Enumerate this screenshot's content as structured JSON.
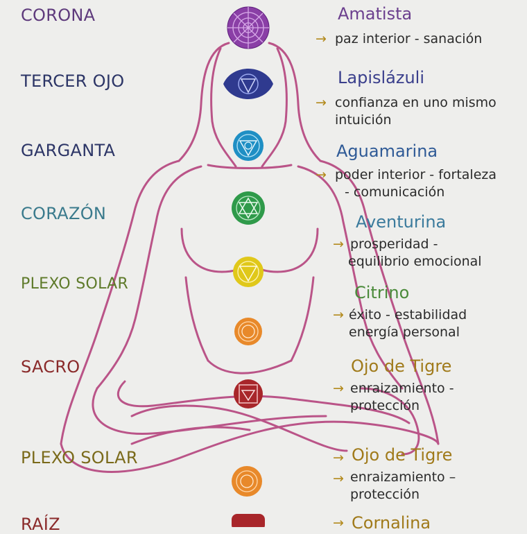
{
  "chakras": [
    {
      "name": "CORONA",
      "name_color": "#5e3a7c",
      "stone": "Amatista",
      "stone_color": "#6b3f8e",
      "meaning_line1": "paz interior - sanación",
      "meaning_line2": "",
      "symbol_color": "#8a3fa6",
      "symbol": "crown-chakra-icon"
    },
    {
      "name": "TERCER OJO",
      "name_color": "#2c3566",
      "stone": "Lapislázuli",
      "stone_color": "#3a3f8c",
      "meaning_line1": "confianza en uno mismo",
      "meaning_line2": "intuición",
      "symbol_color": "#2f3a8f",
      "symbol": "third-eye-chakra-icon"
    },
    {
      "name": "GARGANTA",
      "name_color": "#2c3566",
      "stone": "Aguamarina",
      "stone_color": "#2f5a96",
      "meaning_line1": "poder interior - fortaleza",
      "meaning_line2": "- comunicación",
      "symbol_color": "#1f8fc4",
      "symbol": "throat-chakra-icon"
    },
    {
      "name": "CORAZÓN",
      "name_color": "#3a7a8c",
      "stone": "Aventurina",
      "stone_color": "#3a7a9c",
      "meaning_line1": "prosperidad -",
      "meaning_line2": "equilibrio emocional",
      "symbol_color": "#2f9a4a",
      "symbol": "heart-chakra-icon"
    },
    {
      "name": "PLEXO SOLAR",
      "name_color": "#5e7a2a",
      "stone": "Citrino",
      "stone_color": "#4a8a3a",
      "meaning_line1": "éxito - estabilidad",
      "meaning_line2": "energía personal",
      "symbol_color": "#e0c81a",
      "symbol": "solar-plexus-chakra-icon"
    },
    {
      "name": "SACRO",
      "name_color": "#8a2a2a",
      "stone": "Ojo de Tigre",
      "stone_color": "#a07a1a",
      "meaning_line1": "enraizamiento -",
      "meaning_line2": "protección",
      "symbol_color": "#e8892a",
      "symbol": "sacral-chakra-icon"
    },
    {
      "name": "PLEXO SOLAR",
      "name_color": "#7a6a1a",
      "stone": "Ojo de Tigre",
      "stone_color": "#a07a1a",
      "meaning_line1": "enraizamiento –",
      "meaning_line2": "protección",
      "symbol_color": "#e8892a",
      "symbol": "sacral-chakra-icon"
    },
    {
      "name": "RAÍZ",
      "name_color": "#8a2a2a",
      "stone": "Cornalina",
      "stone_color": "#a07a1a",
      "meaning_line1": "",
      "meaning_line2": "",
      "symbol_color": "#b52a2a",
      "symbol": "root-chakra-icon"
    }
  ],
  "arrow_glyph": "→",
  "silhouette_color": "#b13a77"
}
